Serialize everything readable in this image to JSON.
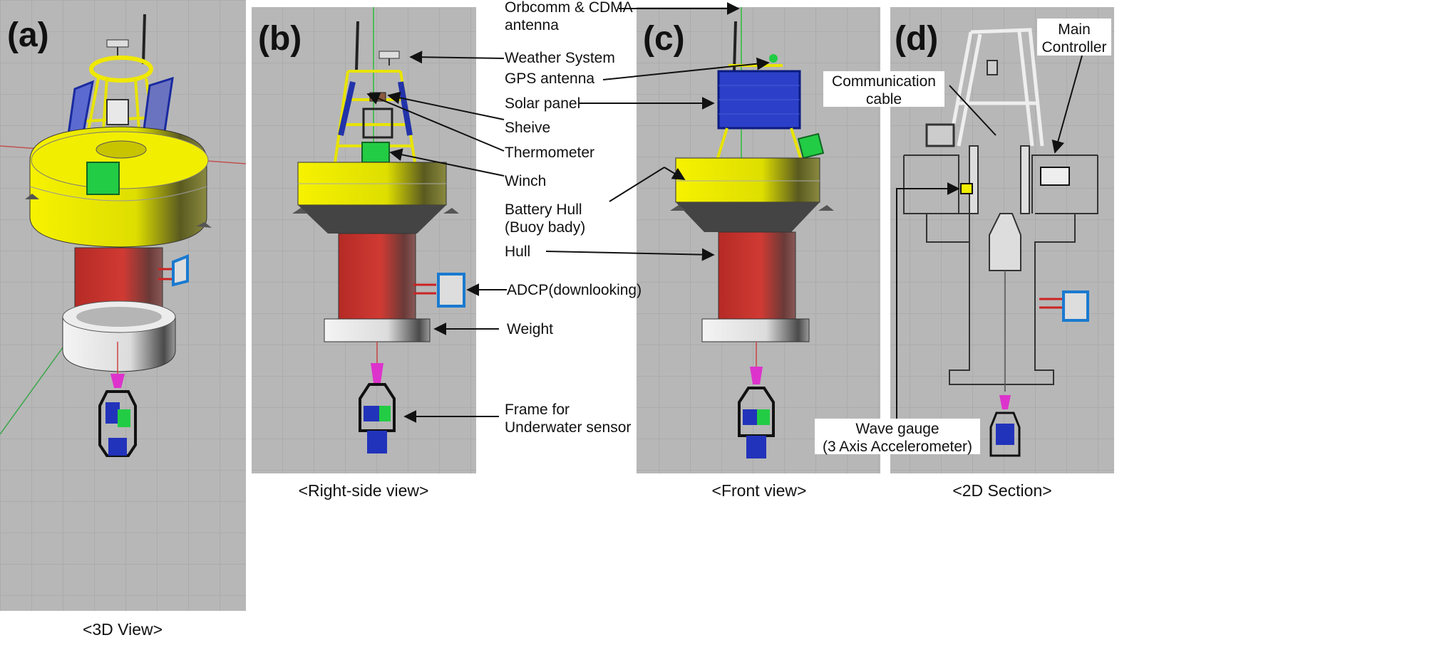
{
  "panels": [
    {
      "letter": "(a)",
      "caption": "<3D View>"
    },
    {
      "letter": "(b)",
      "caption": "<Right-side view>"
    },
    {
      "letter": "(c)",
      "caption": "<Front view>"
    },
    {
      "letter": "(d)",
      "caption": "<2D Section>"
    }
  ],
  "labels": {
    "orbcomm_line1": "Orbcomm & CDMA",
    "orbcomm_line2": "antenna",
    "weather": "Weather System",
    "gps": "GPS antenna",
    "solar": "Solar panel",
    "sheive": "Sheive",
    "thermometer": "Thermometer",
    "winch": "Winch",
    "battery_line1": "Battery Hull",
    "battery_line2": "(Buoy bady)",
    "hull": "Hull",
    "adcp": "ADCP(downlooking)",
    "weight": "Weight",
    "frame_line1": "Frame for",
    "frame_line2": "Underwater sensor"
  },
  "callouts": {
    "comm_line1": "Communication",
    "comm_line2": "cable",
    "main_line1": "Main",
    "main_line2": "Controller",
    "wave_line1": "Wave gauge",
    "wave_line2": "(3 Axis Accelerometer)"
  },
  "colors": {
    "panel_bg": "#b9b9b9",
    "hull_yellow": "#f2f000",
    "hull_red": "#c8312c",
    "solar_blue": "#2233aa",
    "winch_green": "#22cc44",
    "sensor_magenta": "#dd33cc"
  }
}
